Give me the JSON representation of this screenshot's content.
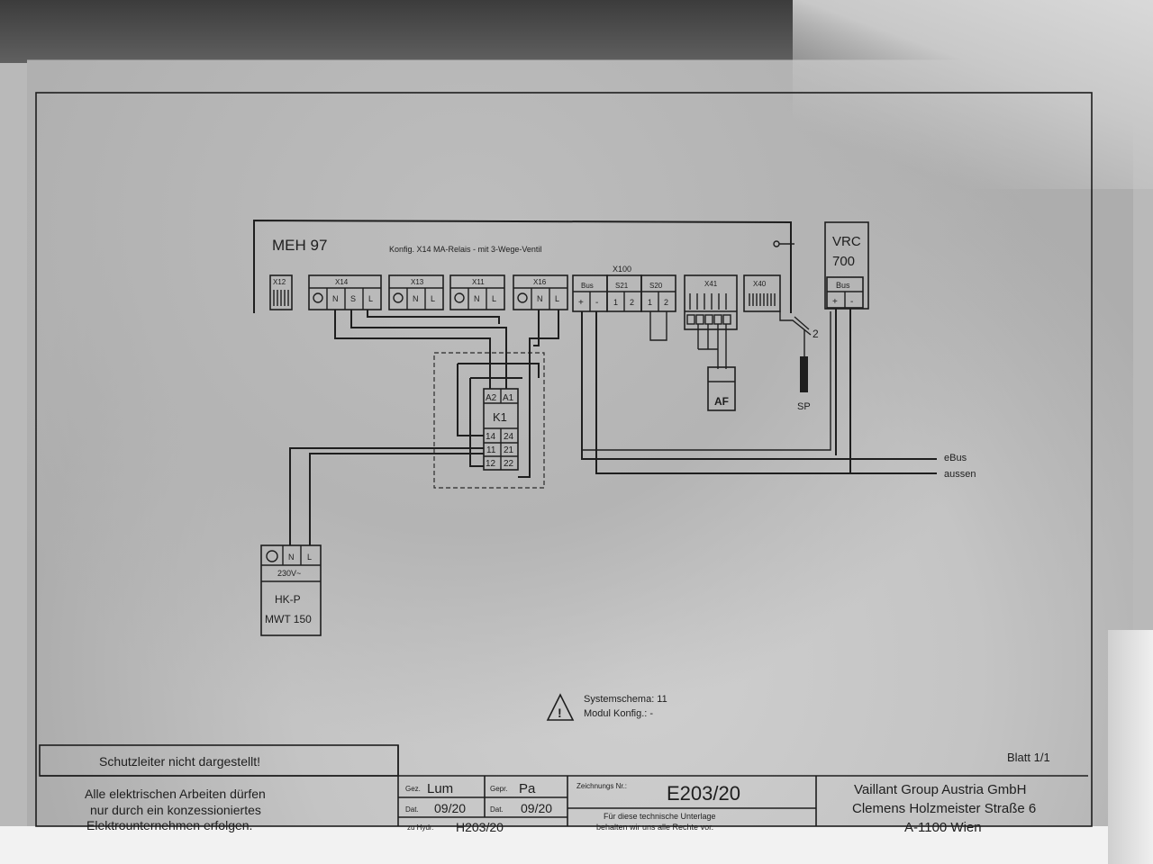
{
  "diagram": {
    "module": {
      "name": "MEH 97",
      "config_note": "Konfig. X14 MA-Relais - mit 3-Wege-Ventil",
      "x100_label": "X100",
      "sp_count": "2",
      "terminals": {
        "x12": {
          "label": "X12"
        },
        "x14": {
          "label": "X14",
          "pins": [
            "N",
            "S",
            "L"
          ]
        },
        "x13": {
          "label": "X13",
          "pins": [
            "N",
            "L"
          ]
        },
        "x11": {
          "label": "X11",
          "pins": [
            "N",
            "L"
          ]
        },
        "x16": {
          "label": "X16",
          "pins": [
            "N",
            "L"
          ]
        },
        "bus": {
          "label": "Bus",
          "pins": [
            "+",
            "-"
          ]
        },
        "s21": {
          "label": "S21",
          "pins": [
            "1",
            "2"
          ]
        },
        "s20": {
          "label": "S20",
          "pins": [
            "1",
            "2"
          ]
        },
        "x41": {
          "label": "X41"
        },
        "x40": {
          "label": "X40"
        }
      }
    },
    "vrc": {
      "name": "VRC",
      "model": "700",
      "bus_label": "Bus",
      "pins": [
        "+",
        "-"
      ]
    },
    "relay": {
      "name": "K1",
      "coil_pins": [
        "A2",
        "A1"
      ],
      "contacts_left": [
        "14",
        "11",
        "12"
      ],
      "contacts_right": [
        "24",
        "21",
        "22"
      ]
    },
    "sensor_af": {
      "label": "AF"
    },
    "sensor_sp": {
      "label": "SP"
    },
    "pump": {
      "pins": [
        "N",
        "L"
      ],
      "voltage": "230V~",
      "name": "HK-P",
      "model": "MWT 150"
    },
    "ebus_label": "eBus",
    "aussen_label": "aussen",
    "system_schema": "Systemschema: 11",
    "modul_konfig": "Modul Konfig.: -",
    "sheet": "Blatt 1/1"
  },
  "title_block": {
    "note_protective": "Schutzleiter nicht dargestellt!",
    "note_work_line1": "Alle elektrischen Arbeiten dürfen",
    "note_work_line2": "nur durch ein konzessioniertes",
    "note_work_line3": "Elektrounternehmen erfolgen.",
    "gez_label": "Gez.",
    "gez_value": "Lum",
    "gepr_label": "Gepr.",
    "gepr_value": "Pa",
    "dat_label": "Dat.",
    "dat_value_1": "09/20",
    "dat_value_2": "09/20",
    "zu_hydr_label": "zu Hydr.",
    "zu_hydr_value": "H203/20",
    "drawing_no_label": "Zeichnungs Nr.:",
    "drawing_no": "E203/20",
    "rights_line1": "Für diese technische Unterlage",
    "rights_line2": "behalten wir uns alle Rechte vor.",
    "company_line1": "Vaillant Group Austria GmbH",
    "company_line2": "Clemens Holzmeister Straße 6",
    "company_line3": "A-1100 Wien"
  }
}
